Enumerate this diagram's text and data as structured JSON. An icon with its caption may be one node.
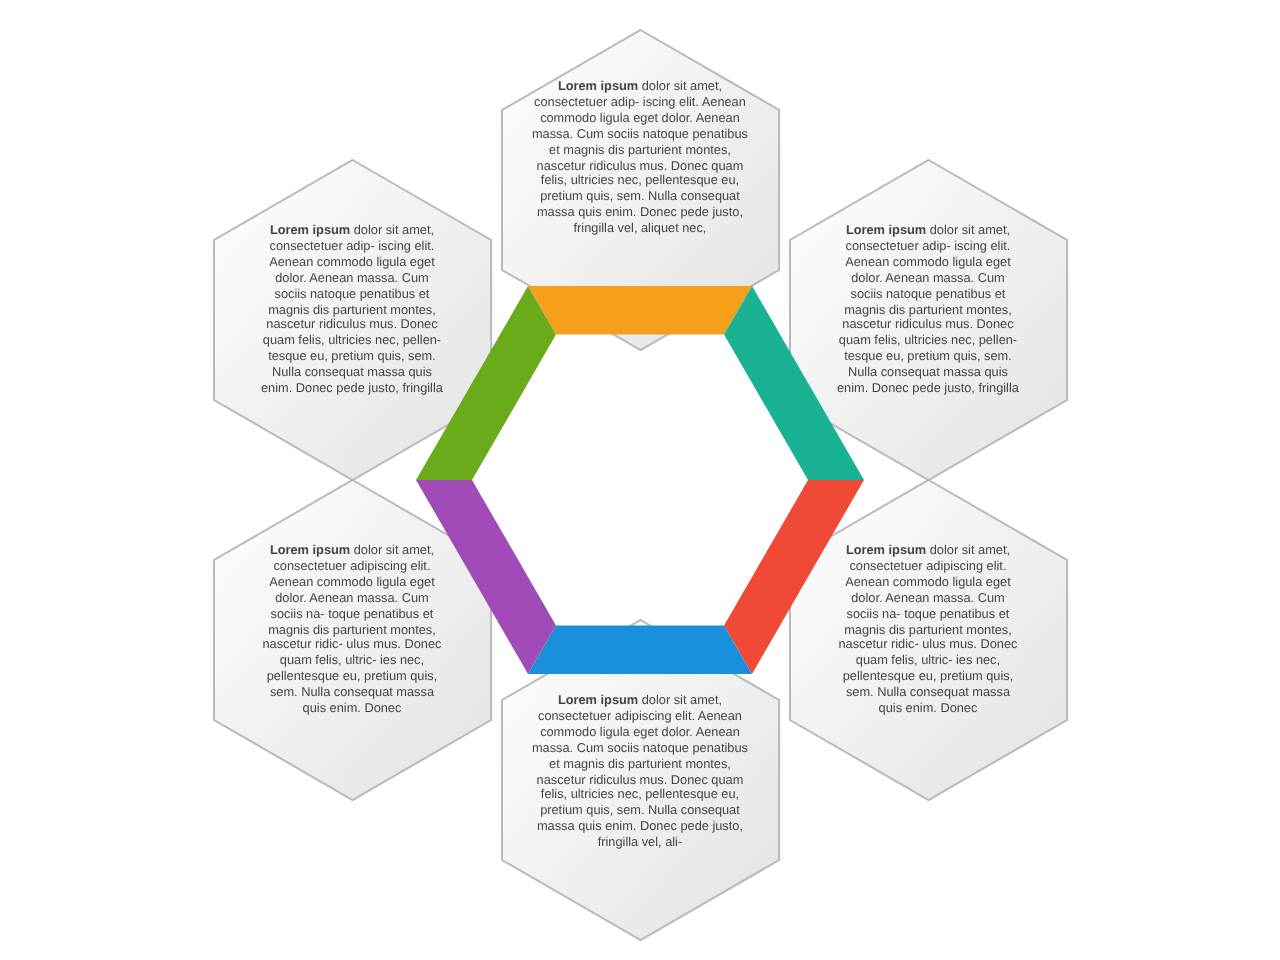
{
  "diagram": {
    "nodes": [
      {
        "text": [
          "**Lorem ipsum** dolor sit amet, consectetuer adip- iscing elit. Aenean commodo ligula eget dolor. Aenean massa. Cum sociis natoque penatibus et magnis dis parturient montes, nascetur ridiculus mus. Donec quam felis, ultricies nec, pellentesque eu, pretium quis, sem. Nulla consequat massa quis enim. Donec pede justo, fringilla vel, aliquet nec,"
        ]
      },
      {
        "text": [
          "**Lorem ipsum** dolor sit amet, consectetuer adip- iscing elit. Aenean commodo ligula eget dolor. Aenean massa. Cum sociis natoque penatibus et magnis dis parturient montes, nascetur ridiculus mus. Donec quam felis, ultricies nec, pellen- tesque eu, pretium quis, sem. Nulla consequat massa quis enim. Donec pede justo, fringilla"
        ]
      },
      {
        "text": [
          "**Lorem ipsum** dolor sit amet, consectetuer adip- iscing elit. Aenean commodo ligula eget dolor. Aenean massa. Cum sociis natoque penatibus et magnis dis parturient montes, nascetur ridiculus mus. Donec quam felis, ultricies nec, pellen- tesque eu, pretium quis, sem. Nulla consequat massa quis enim. Donec pede justo, fringilla"
        ]
      },
      {
        "text": [
          "**Lorem ipsum** dolor sit amet, consectetuer adipiscing elit. Aenean commodo ligula eget dolor. Aenean massa. Cum sociis na- toque penatibus et magnis dis parturient montes, nascetur ridic- ulus mus. Donec quam felis, ultric- ies nec, pellentesque eu, pretium quis, sem. Nulla consequat massa quis enim. Donec"
        ]
      },
      {
        "text": [
          "**Lorem ipsum** dolor sit amet, consectetuer adipiscing elit. Aenean commodo ligula eget dolor. Aenean massa. Cum sociis na- toque penatibus et magnis dis parturient montes, nascetur ridic- ulus mus. Donec quam felis, ultric- ies nec, pellentesque eu, pretium quis, sem. Nulla consequat massa quis enim. Donec"
        ]
      },
      {
        "text": [
          "**Lorem ipsum** dolor sit amet, consectetuer adipiscing elit. Aenean commodo ligula eget dolor. Aenean massa. Cum sociis natoque penatibus et magnis dis parturient montes, nascetur ridiculus mus. Donec quam felis, ultricies nec, pellentesque eu, pretium quis, sem. Nulla consequat massa quis enim. Donec pede justo, fringilla vel, ali-"
        ]
      }
    ]
  }
}
